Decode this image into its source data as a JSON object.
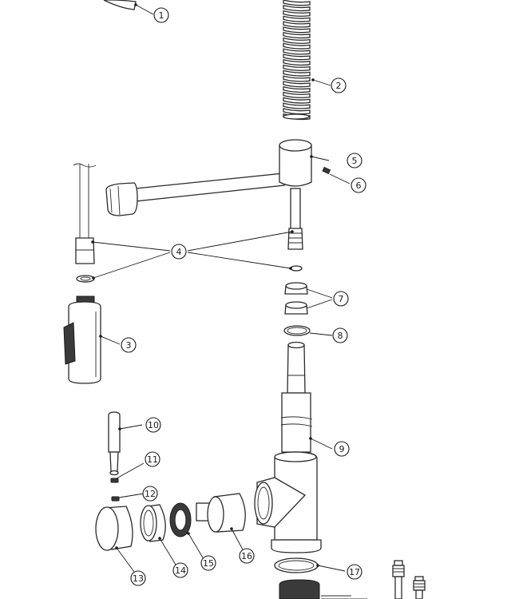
{
  "diagram": {
    "callouts": [
      "1",
      "2",
      "3",
      "4",
      "5",
      "6",
      "7",
      "8",
      "9",
      "10",
      "11",
      "12",
      "13",
      "14",
      "15",
      "16",
      "17"
    ]
  },
  "colors": {
    "line": "#2a2a2a",
    "background": "#ffffff"
  }
}
